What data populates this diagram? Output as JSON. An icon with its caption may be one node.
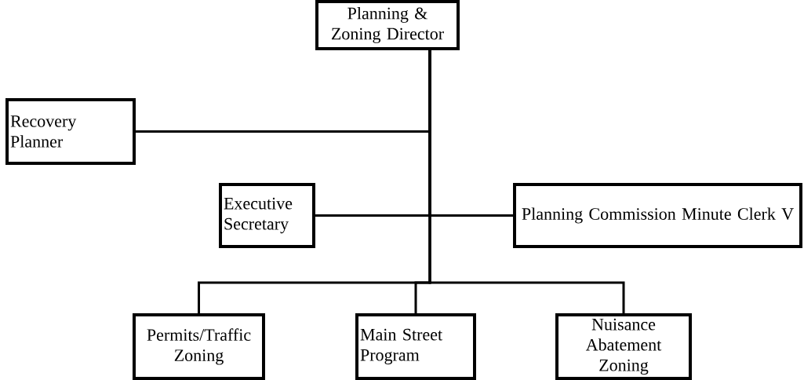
{
  "diagram": {
    "nodes": [
      {
        "text": [
          "Planning & Zoning Director"
        ]
      },
      {
        "text": [
          "Recovery Planner"
        ]
      },
      {
        "text": [
          "Executive Secretary"
        ]
      },
      {
        "text": [
          "Planning Commission Minute Clerk V"
        ]
      },
      {
        "text": [
          "Permits/Traffic Zoning"
        ]
      },
      {
        "text": [
          "Main Street Program"
        ]
      },
      {
        "text": [
          "Nuisance Abatement Zoning"
        ]
      }
    ],
    "edges": [
      {
        "from": 0,
        "to": 1,
        "arrow": "none"
      },
      {
        "from": 0,
        "to": 2,
        "arrow": "none"
      },
      {
        "from": 0,
        "to": 3,
        "arrow": "none"
      },
      {
        "from": 0,
        "to": 4,
        "arrow": "none"
      },
      {
        "from": 0,
        "to": 5,
        "arrow": "none"
      },
      {
        "from": 0,
        "to": 6,
        "arrow": "none"
      }
    ]
  }
}
